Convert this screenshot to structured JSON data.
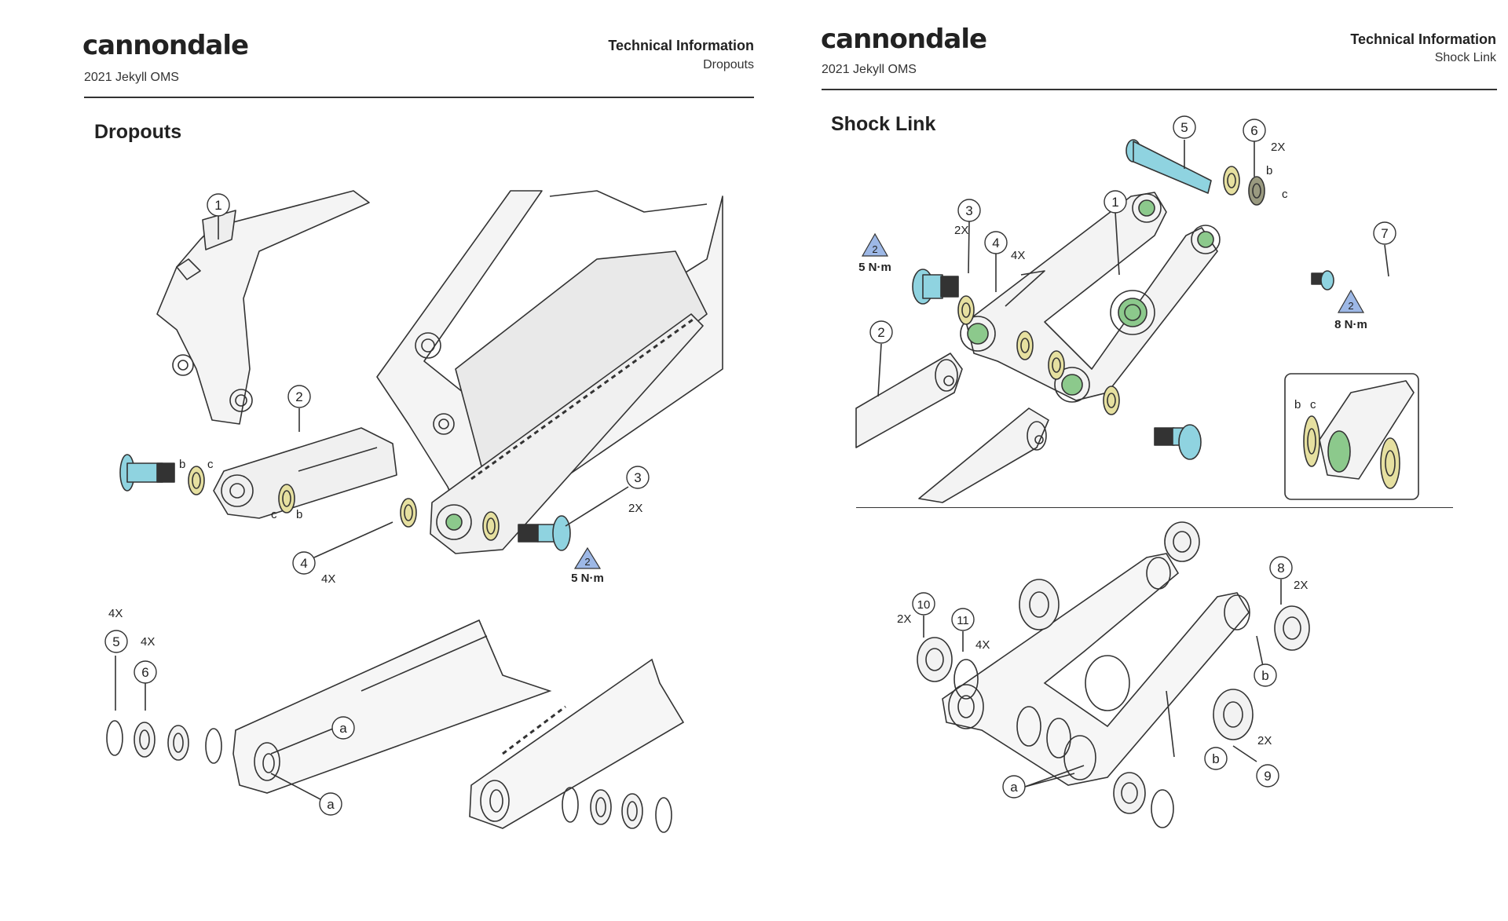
{
  "left_page": {
    "brand": "cannondale",
    "model": "2021 Jekyll OMS",
    "header_title": "Technical Information",
    "header_section": "Dropouts",
    "section_title": "Dropouts",
    "callouts": [
      "1",
      "2",
      "3",
      "4",
      "5",
      "6"
    ],
    "letters": [
      "a",
      "b",
      "c"
    ],
    "quantities": {
      "q3": "2X",
      "q4": "4X",
      "q5a": "4X",
      "q5b": "4X"
    },
    "torque_class": "2",
    "torque": "5 N·m"
  },
  "right_page": {
    "brand": "cannondale",
    "model": "2021 Jekyll OMS",
    "header_title": "Technical Information",
    "header_section": "Shock Link",
    "section_title": "Shock Link",
    "callouts": [
      "1",
      "2",
      "3",
      "4",
      "5",
      "6",
      "7",
      "8",
      "9",
      "10",
      "11"
    ],
    "letters": [
      "a",
      "b",
      "c"
    ],
    "quantities": {
      "q3": "2X",
      "q4": "4X",
      "q6": "2X",
      "q8": "2X",
      "q9": "2X",
      "q10": "2X",
      "q11": "4X"
    },
    "torque_class": "2",
    "torque_a": "5 N·m",
    "torque_b": "8 N·m"
  },
  "colors": {
    "bolt": "#8fd3e0",
    "washer": "#e6e0a0",
    "bearing_seal": "#8cc98c",
    "torque_triangle": "#9db8e6",
    "line": "#333333"
  }
}
